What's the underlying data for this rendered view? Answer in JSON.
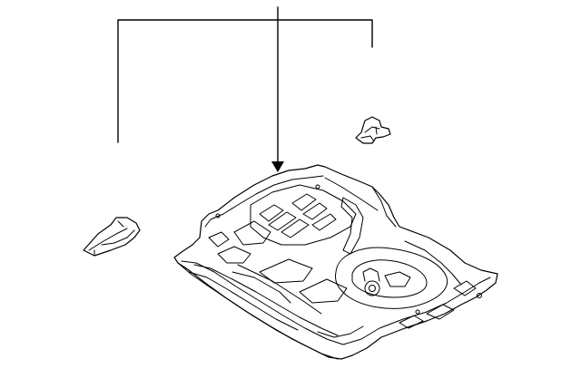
{
  "diagram": {
    "type": "exploded-parts-illustration",
    "callout_labels": [],
    "parts": [
      {
        "id": "rear-floor-pan",
        "label": ""
      },
      {
        "id": "left-bracket",
        "label": ""
      },
      {
        "id": "right-clip",
        "label": ""
      }
    ],
    "line_color": "#000000",
    "background_color": "#ffffff"
  }
}
